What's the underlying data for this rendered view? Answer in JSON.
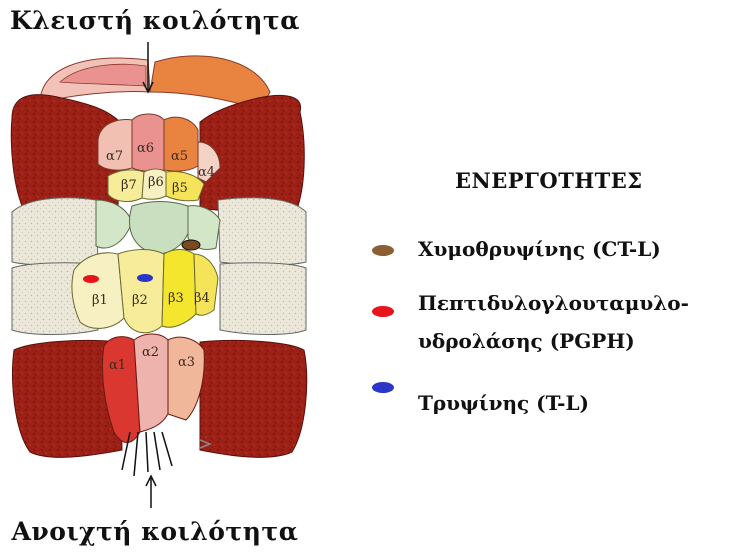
{
  "titles": {
    "top": "Κλειστή κοιλότητα",
    "bottom": "Ανοιχτή κοιλότητα"
  },
  "subunits": {
    "alpha": [
      "α1",
      "α2",
      "α3",
      "α4",
      "α5",
      "α6",
      "α7"
    ],
    "beta": [
      "β1",
      "β2",
      "β3",
      "β4",
      "β5",
      "β6",
      "β7"
    ]
  },
  "legend": {
    "title": "ΕΝΕΡΓΟΤΗΤΕΣ",
    "items": [
      {
        "label": "Χυμοθρυψίνης (CT-L)",
        "color": "#8b5e34"
      },
      {
        "label_line1": "Πεπτιδυλογλουταμυλο-",
        "label_line2": "υδρολάσης (PGPH)",
        "color": "#e8141b"
      },
      {
        "label": "Τρυψίνης (T-L)",
        "color": "#2b35c8"
      }
    ]
  },
  "colors": {
    "outer_ring": "#a0231a",
    "beta_ring": "#e9e5d6",
    "alpha1": "#d9372f",
    "alpha2": "#eeb3ac",
    "alpha3": "#f0b79a",
    "alpha5": "#e8843f",
    "alpha6": "#e9928f",
    "alpha7": "#f1c0b3",
    "beta1": "#f7f0c2",
    "beta2": "#f6ec9a",
    "beta3": "#f3e62d",
    "beta4": "#f5e45a",
    "beta7": "#c9dfbf"
  }
}
